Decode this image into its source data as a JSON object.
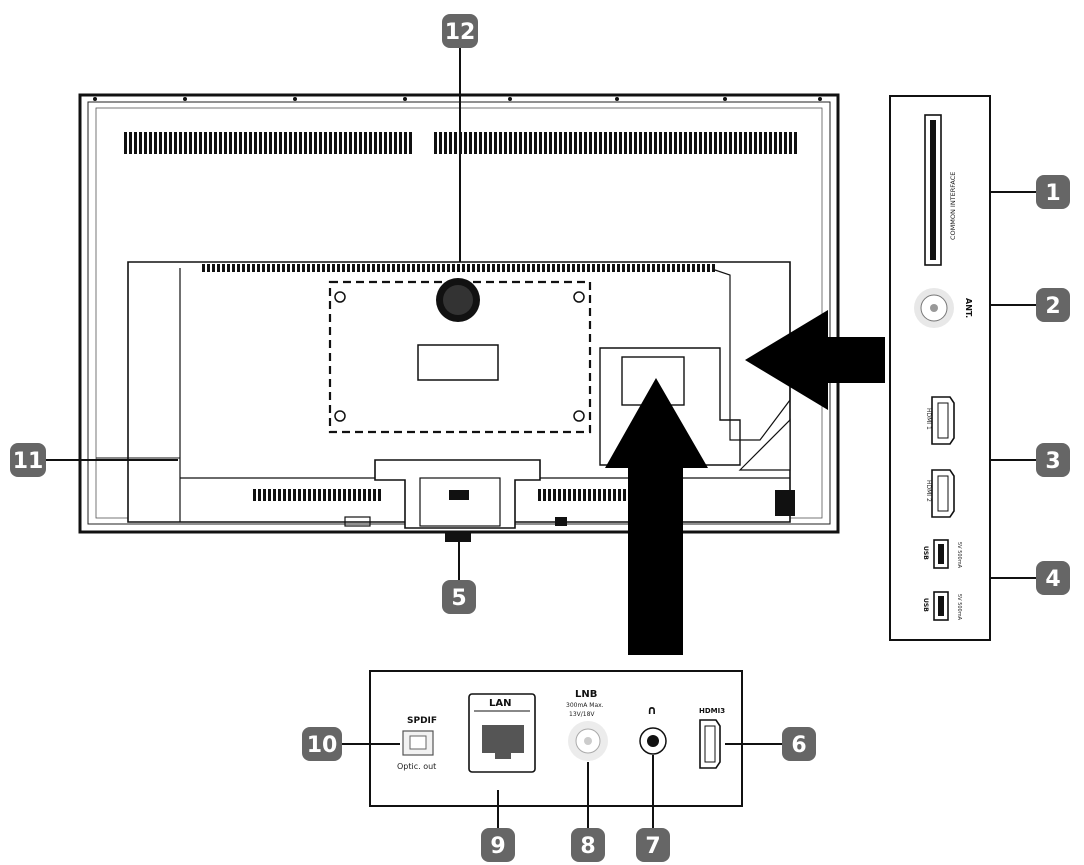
{
  "callouts": [
    {
      "id": "callout-1",
      "number": "1"
    },
    {
      "id": "callout-2",
      "number": "2"
    },
    {
      "id": "callout-3",
      "number": "3"
    },
    {
      "id": "callout-4",
      "number": "4"
    },
    {
      "id": "callout-5",
      "number": "5"
    },
    {
      "id": "callout-6",
      "number": "6"
    },
    {
      "id": "callout-7",
      "number": "7"
    },
    {
      "id": "callout-8",
      "number": "8"
    },
    {
      "id": "callout-9",
      "number": "9"
    },
    {
      "id": "callout-10",
      "number": "10"
    },
    {
      "id": "callout-11",
      "number": "11"
    },
    {
      "id": "callout-12",
      "number": "12"
    }
  ],
  "side_panel": {
    "slot_label": "COMMON INTERFACE",
    "antenna_label": "ANT.",
    "hdmi1_label": "HDMI 1",
    "hdmi2_label": "HDMI 2",
    "usb1_label": "USB",
    "usb1_spec": "5V 500mA",
    "usb2_label": "USB",
    "usb2_spec": "5V 500mA"
  },
  "bottom_panel": {
    "spdif_label": "SPDIF",
    "spdif_sub": "Optic. out",
    "lan_label": "LAN",
    "lnb_label": "LNB",
    "lnb_spec1": "300mA Max.",
    "lnb_spec2": "13V/18V",
    "headphone_glyph": "∩",
    "hdmi3_label": "HDMI3"
  },
  "colors": {
    "badge": "#666666",
    "line": "#111111",
    "arrow": "#000000"
  }
}
